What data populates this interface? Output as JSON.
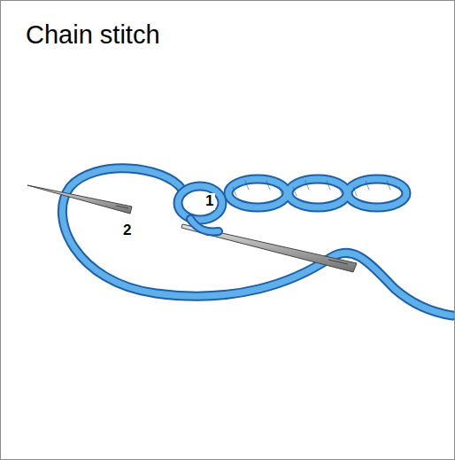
{
  "diagram": {
    "title": "Chain stitch",
    "labels": [
      "1",
      "2"
    ]
  }
}
